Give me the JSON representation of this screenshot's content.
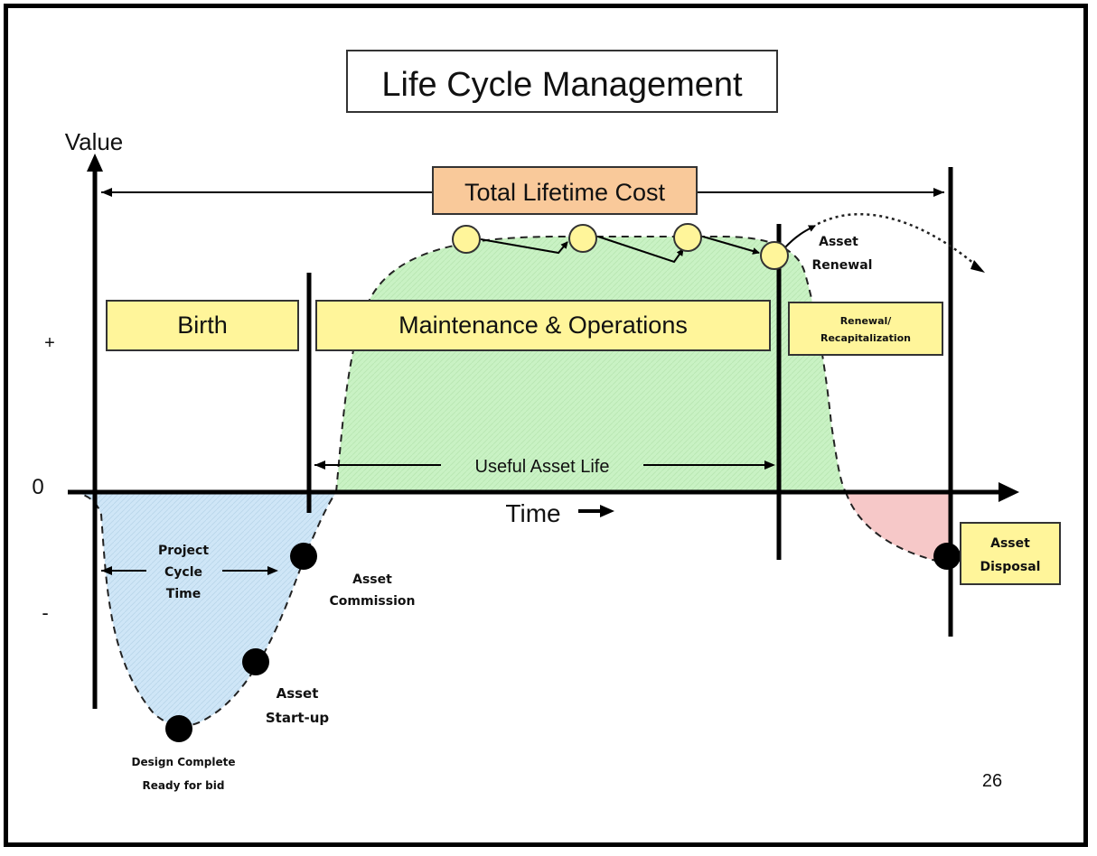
{
  "title": "Life Cycle Management",
  "axes": {
    "y_label": "Value",
    "x_label": "Time",
    "x_arrow_glyph": "→",
    "y_ticks": {
      "plus": "+",
      "zero": "0",
      "minus": "-"
    }
  },
  "spans": {
    "total_lifetime_cost": "Total Lifetime Cost",
    "useful_asset_life": "Useful Asset Life",
    "project_cycle_time": [
      "Project",
      "Cycle",
      "Time"
    ]
  },
  "phases": [
    {
      "id": "birth",
      "label": [
        "Birth"
      ],
      "color": "#fff59a"
    },
    {
      "id": "maintenance",
      "label": [
        "Maintenance & Operations"
      ],
      "color": "#fff59a"
    },
    {
      "id": "renewal",
      "label": [
        "Renewal/",
        "Recapitalization"
      ],
      "color": "#fff59a"
    }
  ],
  "milestones": [
    {
      "id": "design-complete",
      "label": [
        "Design Complete",
        "Ready for bid"
      ]
    },
    {
      "id": "asset-startup",
      "label": [
        "Asset",
        "Start-up"
      ]
    },
    {
      "id": "asset-commission",
      "label": [
        "Asset",
        "Commission"
      ]
    },
    {
      "id": "asset-renewal",
      "label": [
        "Asset",
        "Renewal"
      ]
    },
    {
      "id": "asset-disposal",
      "label": [
        "Asset",
        "Disposal"
      ]
    }
  ],
  "regions": [
    {
      "id": "investment",
      "color": "#cfe6f7"
    },
    {
      "id": "value",
      "color": "#c9f2c4"
    },
    {
      "id": "decline",
      "color": "#f6c8c8"
    }
  ],
  "colors": {
    "cost_box": "#f9c99a",
    "phase_box": "#fff59a",
    "milestone_open": "#fff59a",
    "milestone_filled": "#000000"
  },
  "page_number": "26"
}
